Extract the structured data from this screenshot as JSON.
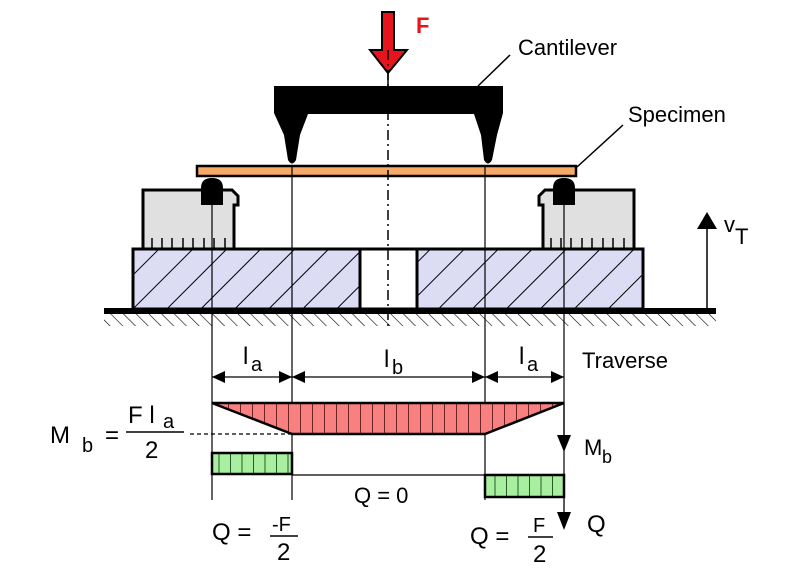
{
  "diagram": {
    "type": "four-point bending test setup",
    "labels": {
      "force": "F",
      "cantilever": "Cantilever",
      "specimen": "Specimen",
      "traverse": "Traverse",
      "velocity_main": "v",
      "velocity_sub": "T"
    },
    "dimensions": {
      "la_left": {
        "main": "l",
        "sub": "a"
      },
      "lb": {
        "main": "l",
        "sub": "b"
      },
      "la_right": {
        "main": "l",
        "sub": "a"
      }
    },
    "moment_formula": {
      "lhs_main": "M",
      "lhs_sub": "b",
      "equals": "=",
      "numerator_main": "F l",
      "numerator_sub": "a",
      "denominator": "2"
    },
    "moment_axis_label": {
      "main": "M",
      "sub": "b"
    },
    "shear_axis_label": "Q",
    "shear_labels": {
      "left": {
        "lhs": "Q =",
        "numerator": "-F",
        "denominator": "2"
      },
      "middle": "Q = 0",
      "right": {
        "lhs": "Q =",
        "numerator": "F",
        "denominator": "2"
      }
    },
    "colors": {
      "force_arrow": "#e8141b",
      "force_label": "#e8141b",
      "specimen": "#f7a968",
      "support_block": "#e0e0e0",
      "base_hatch_fill": "#dcdcf5",
      "moment_fill": "#f88080",
      "shear_fill": "#a8f0a0",
      "ink": "#000000"
    }
  }
}
